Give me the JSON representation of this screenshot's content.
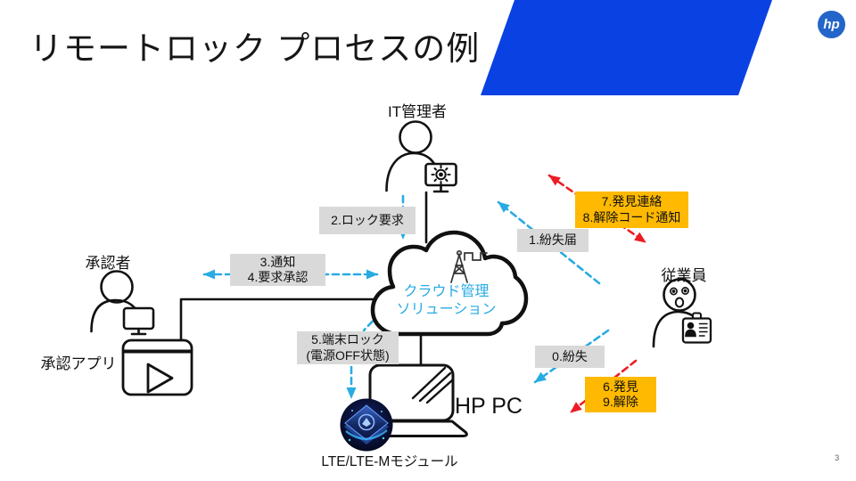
{
  "slide": {
    "title": "リモートロック プロセスの例",
    "page_number": "3",
    "logo_text": "hp"
  },
  "colors": {
    "accent": "#29ABE2",
    "red": "#EC1C24",
    "graybox": "#D9D9D9",
    "orangebox": "#FFB900",
    "banner": "#0A41E3",
    "logoblue": "#2365C8"
  },
  "actors": {
    "it_admin": {
      "label": "IT管理者"
    },
    "approver": {
      "label": "承認者"
    },
    "approver_app": {
      "label": "承認アプリ"
    },
    "employee": {
      "label": "従業員"
    },
    "cloud": {
      "line1": "クラウド管理",
      "line2": "ソリューション"
    },
    "pc": {
      "label": "HP PC"
    },
    "lte_module": {
      "label": "LTE/LTE-Mモジュール"
    }
  },
  "steps": {
    "lock_request": "2.ロック要求",
    "notify": "3.通知",
    "request_approval": "4.要求承認",
    "loss_report": "1.紛失届",
    "found_contact": "7.発見連絡",
    "unlock_code_notify": "8.解除コード通知",
    "device_lock": "5.端末ロック",
    "power_off_state": "(電源OFF状態)",
    "loss": "0.紛失",
    "found": "6.発見",
    "unlock": "9.解除"
  }
}
